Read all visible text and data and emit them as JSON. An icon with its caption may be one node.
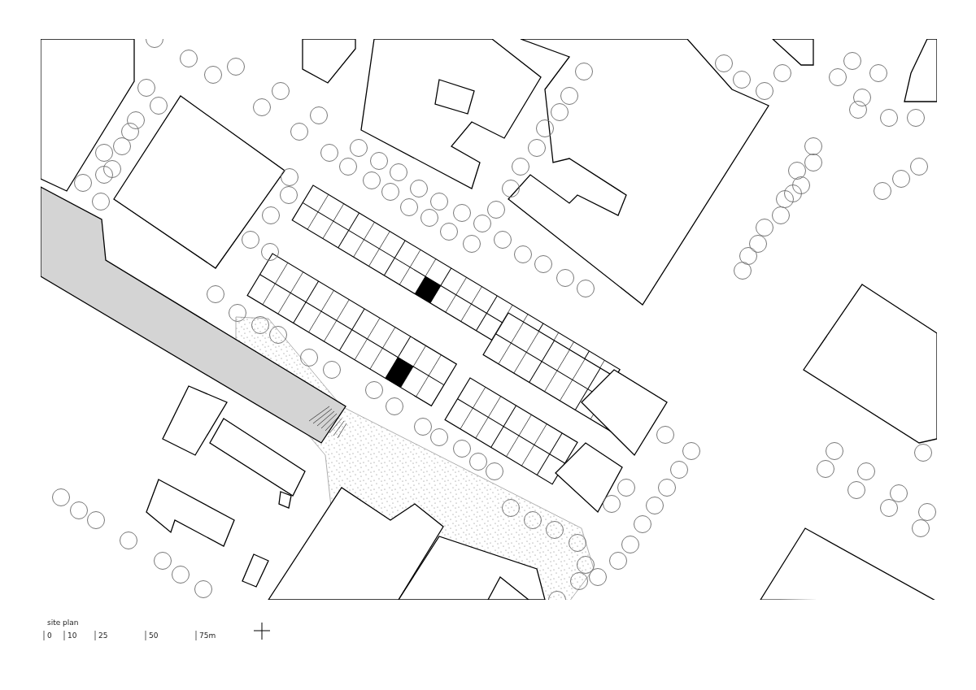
{
  "diagram": {
    "title": "site plan",
    "labels": [
      "0",
      "10",
      "25",
      "50",
      "75m"
    ]
  }
}
